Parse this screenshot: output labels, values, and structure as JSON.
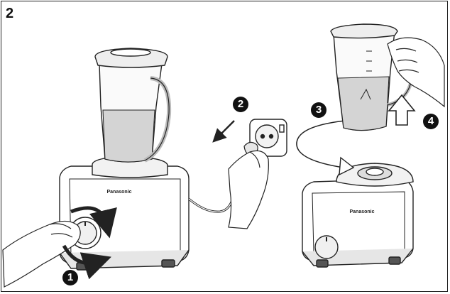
{
  "figure": {
    "number": "2",
    "brand": "Panasonic"
  },
  "steps": [
    {
      "marker": "1"
    },
    {
      "marker": "2"
    },
    {
      "marker": "3"
    },
    {
      "marker": "4"
    }
  ],
  "colors": {
    "line": "#222222",
    "shade": "#e6e6e6",
    "liquid": "#d4d4d4",
    "badge": "#111111"
  },
  "icons": [
    "curved-arrow-icon",
    "down-left-arrow-icon",
    "up-arrow-icon",
    "plug-icon",
    "power-outlet-icon"
  ]
}
